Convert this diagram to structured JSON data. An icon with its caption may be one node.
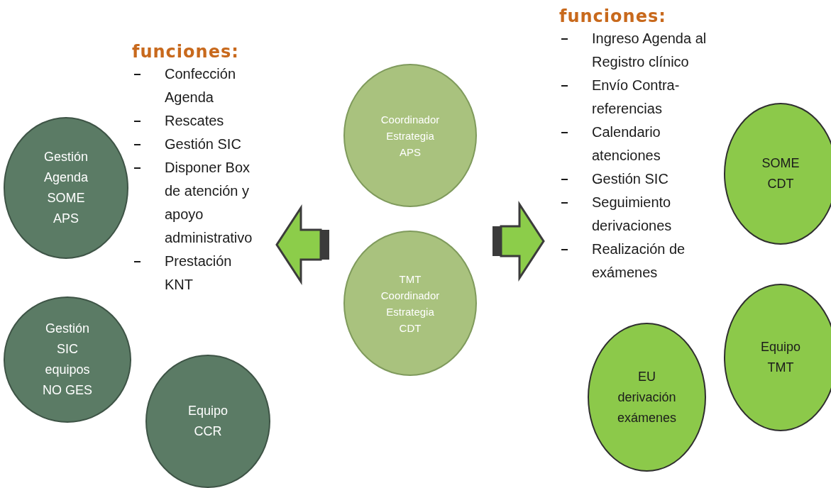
{
  "diagram": {
    "nodes": [
      {
        "text": [
          "Gestión Agenda SOME APS"
        ]
      },
      {
        "text": [
          "Gestión SIC equipos NO GES"
        ]
      },
      {
        "text": [
          "Equipo CCR"
        ]
      },
      {
        "text": [
          "funciones:",
          "Confección Agenda",
          "Rescates",
          "Gestión SIC",
          "Disponer Box de atención y apoyo administrativo",
          "Prestación KNT"
        ]
      },
      {
        "text": [
          "Coordinador Estrategia APS"
        ]
      },
      {
        "text": [
          "TMT Coordinador Estrategia CDT"
        ]
      },
      {
        "text": [
          "funciones:",
          "Ingreso Agenda al Registro clínico",
          "Envío Contra-referencias",
          "Calendario atenciones",
          "Gestión SIC",
          "Seguimiento derivaciones",
          "Realización de exámenes"
        ]
      },
      {
        "text": [
          "SOME CDT"
        ]
      },
      {
        "text": [
          "Equipo TMT"
        ]
      },
      {
        "text": [
          "EU derivación exámenes"
        ]
      }
    ],
    "edges": [
      {
        "from": null,
        "to": 3,
        "arrow": "to"
      },
      {
        "from": null,
        "to": 6,
        "arrow": "to"
      }
    ]
  }
}
